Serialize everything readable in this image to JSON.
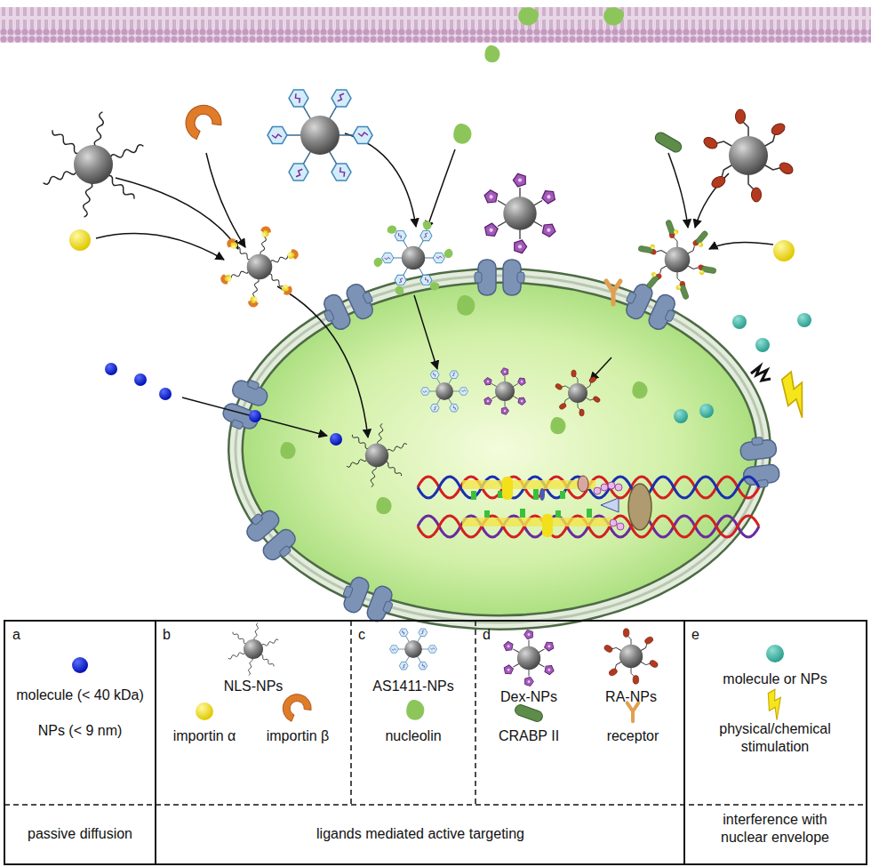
{
  "diagram": {
    "labels": [
      "a",
      "molecule (< 40 kDa)",
      "NPs (< 9 nm)",
      "passive diffusion",
      "b",
      "NLS-NPs",
      "importin α",
      "importin β",
      "c",
      "AS1411-NPs",
      "nucleolin",
      "d",
      "Dex-NPs",
      "RA-NPs",
      "CRABP II",
      "receptor",
      "ligands mediated active targeting",
      "e",
      "molecule or NPs",
      "physical/chemical stimulation",
      "interference with nuclear envelope"
    ]
  }
}
